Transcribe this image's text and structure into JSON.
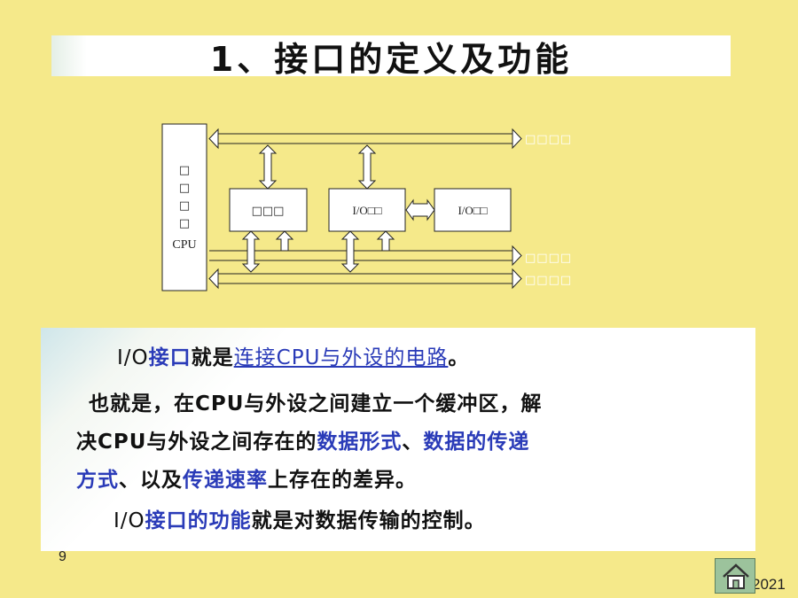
{
  "slide": {
    "title": "1、接口的定义及功能",
    "page_number": "9",
    "year": "2021"
  },
  "diagram": {
    "cpu_label": "CPU",
    "cpu_glyphs": [
      "□",
      "□",
      "□",
      "□"
    ],
    "box_memory": "□□□",
    "box_io_interface": "I/O□□",
    "box_io_device": "I/O□□",
    "bus_top": "□□□□",
    "bus_middle": "□□□□",
    "bus_bottom": "□□□□"
  },
  "text": {
    "line1_a": "I/O",
    "line1_b": "接口",
    "line1_c": "就是",
    "line1_d": "连接CPU与外设的电路",
    "line1_e": "。",
    "line2": "也就是，在CPU与外设之间建立一个缓冲区，解",
    "line3_a": "决CPU与外设之间存在的",
    "line3_b": "数据形式",
    "line3_c": "、",
    "line3_d": "数据的传递",
    "line4_a": "方式",
    "line4_b": "、以及",
    "line4_c": "传递速率",
    "line4_d": "上存在的差异。",
    "line5_a": "I/O",
    "line5_b": "接口的功能",
    "line5_c": "就是对数据传输的控制。"
  },
  "colors": {
    "background": "#f5e98a",
    "highlight_blue": "#2a3bb8",
    "home_button": "#9cc39c"
  },
  "icons": {
    "home": "home-icon"
  }
}
